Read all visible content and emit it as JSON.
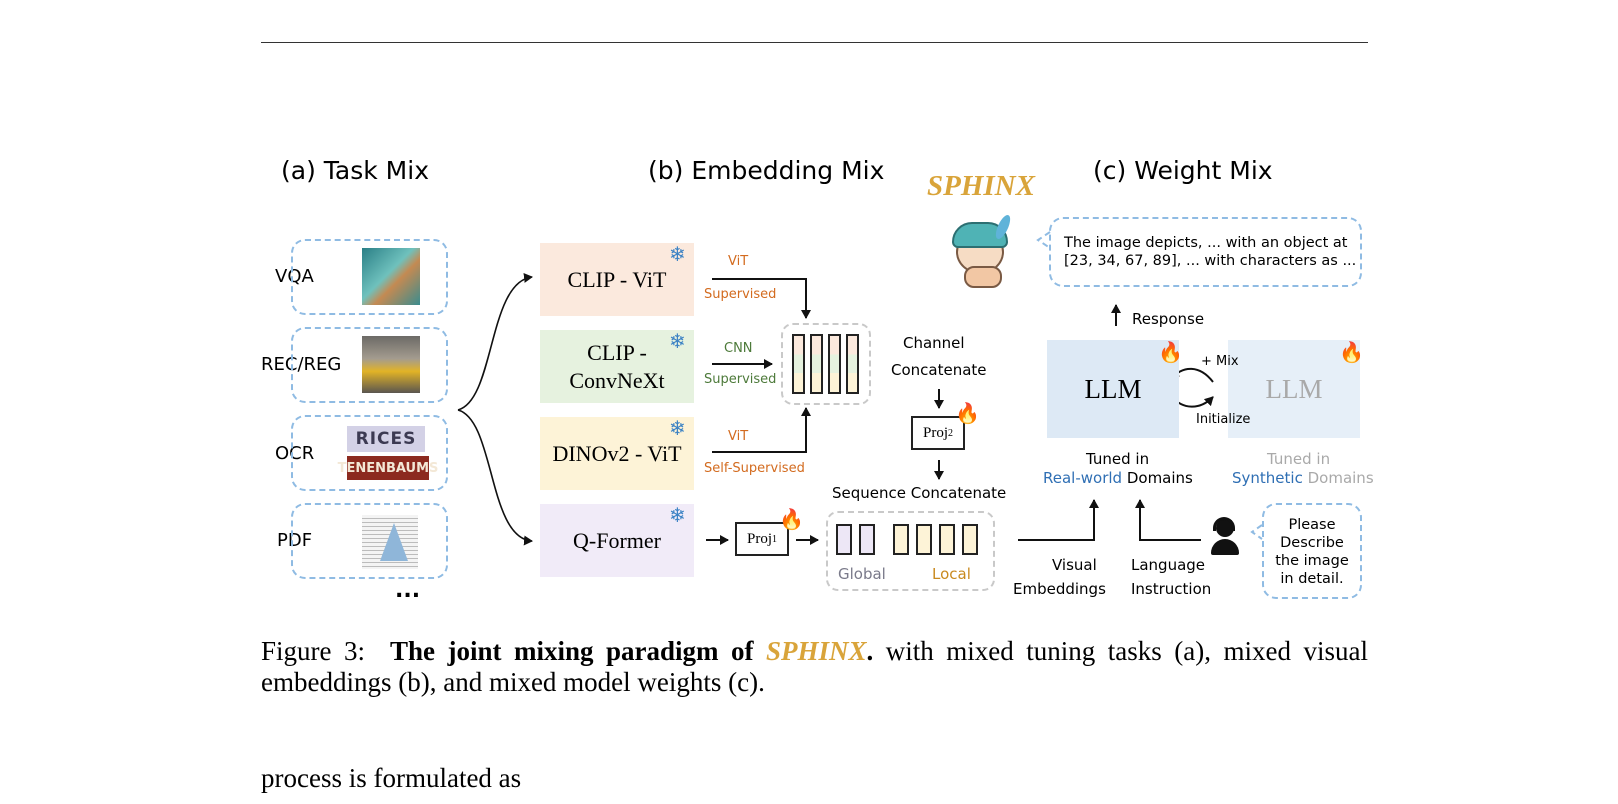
{
  "headers": {
    "task_mix": "(a) Task Mix",
    "embedding_mix": "(b) Embedding Mix",
    "weight_mix": "(c) Weight Mix",
    "sphinx_logo": "SPHINX"
  },
  "tasks": [
    "VQA",
    "REC/REG",
    "OCR",
    "PDF"
  ],
  "tasks_more": "...",
  "ocr_thumb_lines": [
    "RICES",
    "TENENBAUMS"
  ],
  "encoders": [
    {
      "name": "CLIP - ViT",
      "tag_top": "ViT",
      "tag_bottom": "Supervised",
      "color": "#fbe9dd"
    },
    {
      "name": "CLIP - ConvNeXt",
      "tag_top": "CNN",
      "tag_bottom": "Supervised",
      "color": "#e6f2df"
    },
    {
      "name": "DINOv2 - ViT",
      "tag_top": "ViT",
      "tag_bottom": "Self-Supervised",
      "color": "#fdf3d7"
    },
    {
      "name": "Q-Former",
      "color": "#f1ebf8"
    }
  ],
  "proj1_label": "Proj",
  "proj1_sub": "1",
  "proj2_label": "Proj",
  "proj2_sub": "2",
  "channel_concat": [
    "Channel",
    "Concatenate"
  ],
  "sequence_concat": "Sequence Concatenate",
  "global_label": "Global",
  "local_label": "Local",
  "response_text": [
    "The image depicts, ... with an object at",
    "[23, 34, 67, 89], ... with characters as ..."
  ],
  "response_label": "Response",
  "llm_main": "LLM",
  "llm_synth": "LLM",
  "mix_label": "+ Mix",
  "initialize_label": "Initialize",
  "tuned_real": {
    "prefix": "Tuned in",
    "highlight": "Real-world",
    "suffix": "Domains"
  },
  "tuned_synth": {
    "prefix": "Tuned in",
    "highlight": "Synthetic",
    "suffix": "Domains"
  },
  "visual_embeddings": [
    "Visual",
    "Embeddings"
  ],
  "language_instruction": [
    "Language",
    "Instruction"
  ],
  "instruction_text": [
    "Please",
    "Describe",
    "the image",
    "in detail."
  ],
  "caption": {
    "prefix": "Figure 3:",
    "bold": "The joint mixing paradigm of",
    "sphinx": "SPHINX",
    "rest": "with mixed tuning tasks (a), mixed visual embeddings (b), and mixed model weights (c)."
  },
  "body_text": "process is formulated as",
  "colors": {
    "ocher": "#d9a43a",
    "orange_tag": "#d36b1f",
    "green_tag": "#4d7a3a",
    "blue_highlight": "#2f6fb4",
    "gray_text": "#a9a9a9",
    "llm_bg": "#dde9f5",
    "dash_blue": "#8fbbe3",
    "global_token": "#ede7f6",
    "local_token": "#fdf3d7"
  },
  "icons": [
    "snowflake-icon",
    "fire-icon",
    "user-headset-icon",
    "sphinx-mascot-icon"
  ]
}
